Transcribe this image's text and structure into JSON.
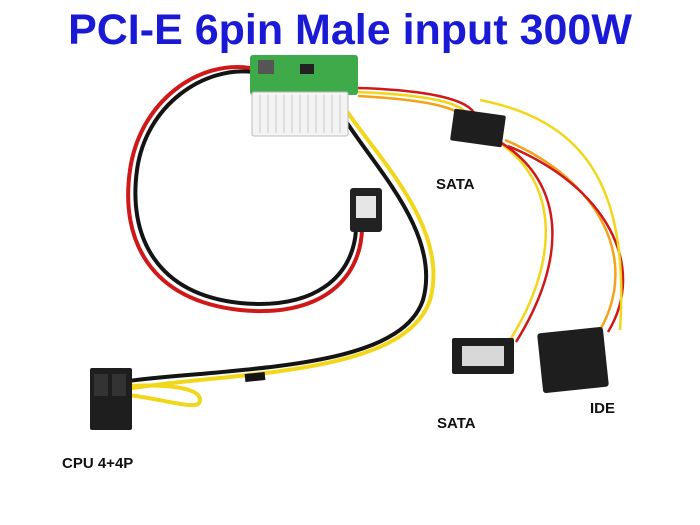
{
  "title": "PCI-E 6pin Male input 300W",
  "labels": {
    "sata_top": "SATA",
    "sata_bottom": "SATA",
    "ide": "IDE",
    "cpu": "CPU 4+4P"
  },
  "colors": {
    "title": "#1a1ad6",
    "wire_red": "#d11818",
    "wire_black": "#141414",
    "wire_yellow": "#f2d61a",
    "pcb_green": "#3faa4a",
    "connector_white": "#f4f4f4",
    "connector_black": "#1e1e1e"
  }
}
